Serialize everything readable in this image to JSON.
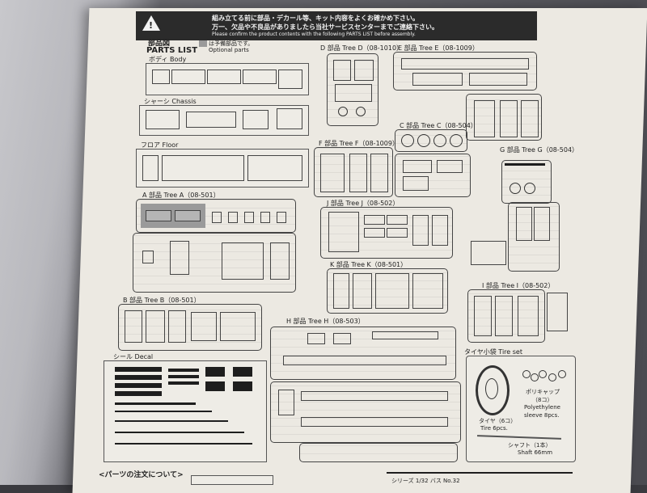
{
  "header": {
    "warning_line1": "組み立てる前に部品・デカール等、キット内容をよくお確かめ下さい。",
    "warning_line2": "万一、欠品や不良品がありましたら当社サービスセンターまでご連絡下さい。",
    "warning_line3": "Please confirm the product contents with the following PARTS LIST before assembly."
  },
  "parts_list": {
    "title_jp": "部品図",
    "title_en": "PARTS LIST",
    "optional_jp": "は予備部品です。",
    "optional_en": "Optional parts"
  },
  "sections": {
    "body": "ボディ Body",
    "chassis": "シャーシ Chassis",
    "floor": "フロア Floor",
    "tree_a": "A 部品 Tree A（08-501）",
    "tree_b": "B 部品 Tree B（08-501）",
    "tree_c": "C 部品 Tree C（08-504）",
    "tree_d": "D 部品 Tree D（08-1010）",
    "tree_e": "E 部品 Tree E（08-1009）",
    "tree_f": "F 部品 Tree F（08-1009）",
    "tree_g": "G 部品 Tree G（08-504）",
    "tree_h": "H 部品 Tree H（08-503）",
    "tree_i": "I 部品 Tree I（08-502）",
    "tree_j": "J 部品 Tree J（08-502）",
    "tree_k": "K 部品 Tree K（08-501）",
    "decal": "シール Decal"
  },
  "tire_set": {
    "title": "タイヤ小袋 Tire set",
    "cap_jp": "ポリキャップ",
    "cap_count": "（8コ）",
    "cap_en1": "Polyethylene",
    "cap_en2": "sleeve 8pcs.",
    "tire_jp": "タイヤ（6コ）",
    "tire_en": "Tire 6pcs.",
    "shaft_jp": "シャフト（1本）",
    "shaft_en": "Shaft 66mm"
  },
  "footer": {
    "parts_order": "<パーツの注文について>",
    "series": "シリーズ 1/32 バス No.32"
  }
}
